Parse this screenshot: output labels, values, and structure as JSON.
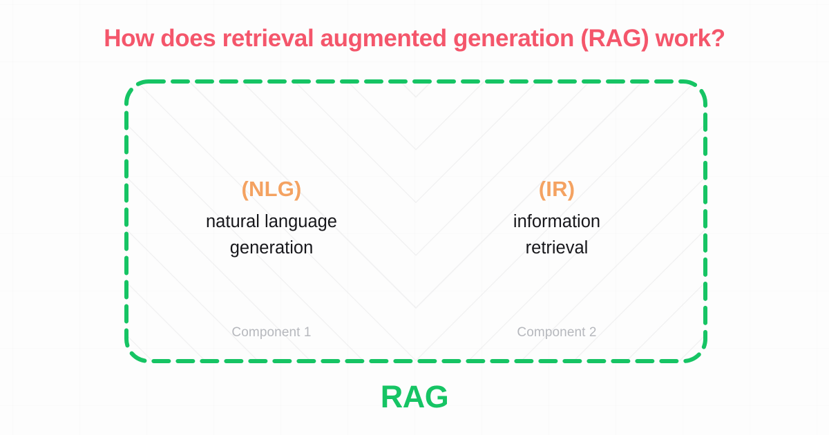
{
  "page": {
    "title": "How does retrieval augmented generation (RAG) work?",
    "background_color": "#fdfdfd",
    "title_color": "#f4566b"
  },
  "diagram": {
    "container_label": "RAG",
    "container_color": "#16c464",
    "container_border_style": "dashed",
    "hatch_pattern": "chevron",
    "hatch_color": "#e9eaec",
    "abbrev_color": "#f4a261",
    "term_color": "#17171b",
    "component_label_color": "#b6b8bd",
    "components": [
      {
        "abbrev": "(NLG)",
        "term_line_1": "natural language",
        "term_line_2": "generation",
        "caption": "Component 1"
      },
      {
        "abbrev": "(IR)",
        "term_line_1": "information",
        "term_line_2": "retrieval",
        "caption": "Component 2"
      }
    ]
  }
}
